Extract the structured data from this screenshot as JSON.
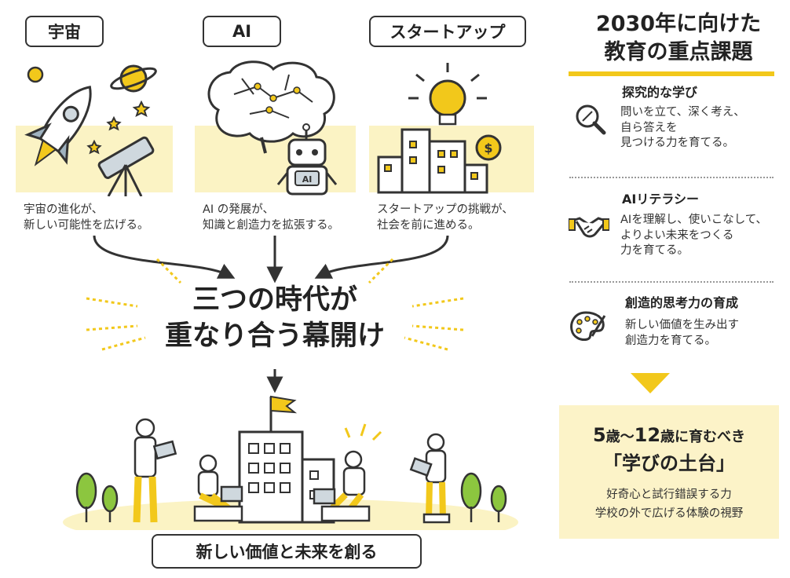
{
  "categories": {
    "space": {
      "label": "宇宙",
      "caption": [
        "宇宙の進化が、",
        "新しい可能性を広げる。"
      ]
    },
    "ai": {
      "label": "AI",
      "caption": [
        "AI の発展が、",
        "知識と創造力を拡張する。"
      ]
    },
    "startup": {
      "label": "スタートアップ",
      "caption": [
        "スタートアップの挑戦が、",
        "社会を前に進める。"
      ]
    }
  },
  "center": {
    "title_line1": "三つの時代が",
    "title_line2": "重なり合う幕開け"
  },
  "robot_badge": "AI",
  "bottom": {
    "label": "新しい価値と未来を創る"
  },
  "right_panel": {
    "title_line1": "2030年に向けた",
    "title_line2": "教育の重点課題",
    "items": [
      {
        "heading": "探究的な学び",
        "lines": [
          "問いを立て、深く考え、",
          "自ら答えを",
          "見つける力を育てる。"
        ],
        "icon": "magnifier-icon"
      },
      {
        "heading": "AIリテラシー",
        "lines": [
          "AIを理解し、使いこなして、",
          "よりよい未来をつくる",
          "力を育てる。"
        ],
        "icon": "handshake-icon"
      },
      {
        "heading": "創造的思考力の育成",
        "lines": [
          "新しい価値を生み出す",
          "創造力を育てる。"
        ],
        "icon": "palette-icon"
      }
    ],
    "foundation": {
      "age_from": "5",
      "age_mid": "歳〜",
      "age_to": "12",
      "age_suffix": "歳に育むべき",
      "title": "「学びの土台」",
      "lines": [
        "好奇心と試行錯誤する力",
        "学校の外で広げる体験の視野"
      ]
    }
  },
  "colors": {
    "accent": "#f2c81b",
    "band": "#fbf3c4",
    "ink": "#222222"
  }
}
